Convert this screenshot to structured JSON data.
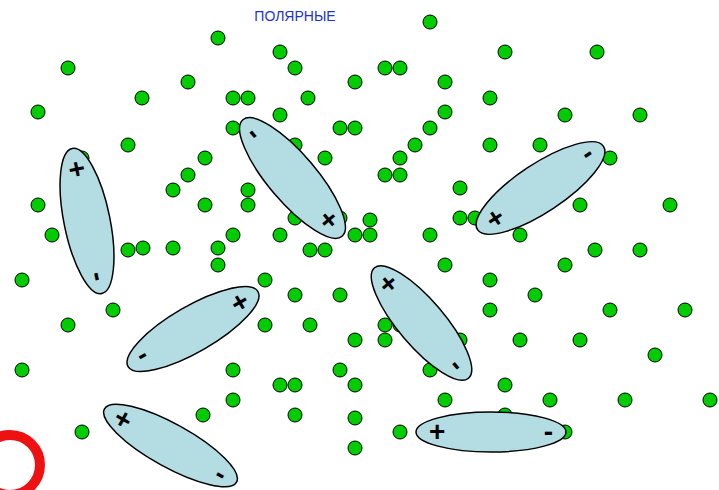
{
  "diagram": {
    "title": "ПОЛЯРНЫЕ",
    "nodes": [
      {
        "text": [
          "+",
          "-"
        ]
      },
      {
        "text": [
          "-",
          "+"
        ]
      },
      {
        "text": [
          "-",
          "+"
        ]
      },
      {
        "text": [
          "+",
          "-"
        ]
      },
      {
        "text": [
          "+",
          "-"
        ]
      },
      {
        "text": [
          "+",
          "-"
        ]
      },
      {
        "text": [
          "+",
          "-"
        ]
      }
    ]
  }
}
